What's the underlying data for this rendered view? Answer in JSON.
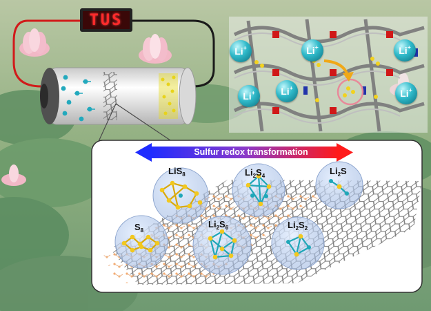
{
  "display": {
    "text": "TUS"
  },
  "transformation_label": "Sulfur redox transformation",
  "lithium_ions": [
    {
      "base": "Li",
      "charge": "+"
    },
    {
      "base": "Li",
      "charge": "+"
    },
    {
      "base": "Li",
      "charge": "+"
    },
    {
      "base": "Li",
      "charge": "+"
    },
    {
      "base": "Li",
      "charge": "+"
    },
    {
      "base": "Li",
      "charge": "+"
    }
  ],
  "species": [
    {
      "parts": [
        "Li",
        "S",
        "8"
      ]
    },
    {
      "parts": [
        "Li",
        "2",
        "S",
        "4"
      ]
    },
    {
      "parts": [
        "Li",
        "2",
        "S",
        ""
      ]
    },
    {
      "parts": [
        "",
        "",
        "S",
        "8"
      ]
    },
    {
      "parts": [
        "Li",
        "2",
        "S",
        "6"
      ]
    },
    {
      "parts": [
        "Li",
        "2",
        "S",
        "2"
      ]
    }
  ],
  "colors": {
    "arrow_left": "#1f2cff",
    "arrow_right": "#ff1a1a",
    "sulfur": "#f2c81e",
    "lithium": "#1fa7b8",
    "display_led": "#ff2b2b",
    "graphene": "#555555"
  }
}
